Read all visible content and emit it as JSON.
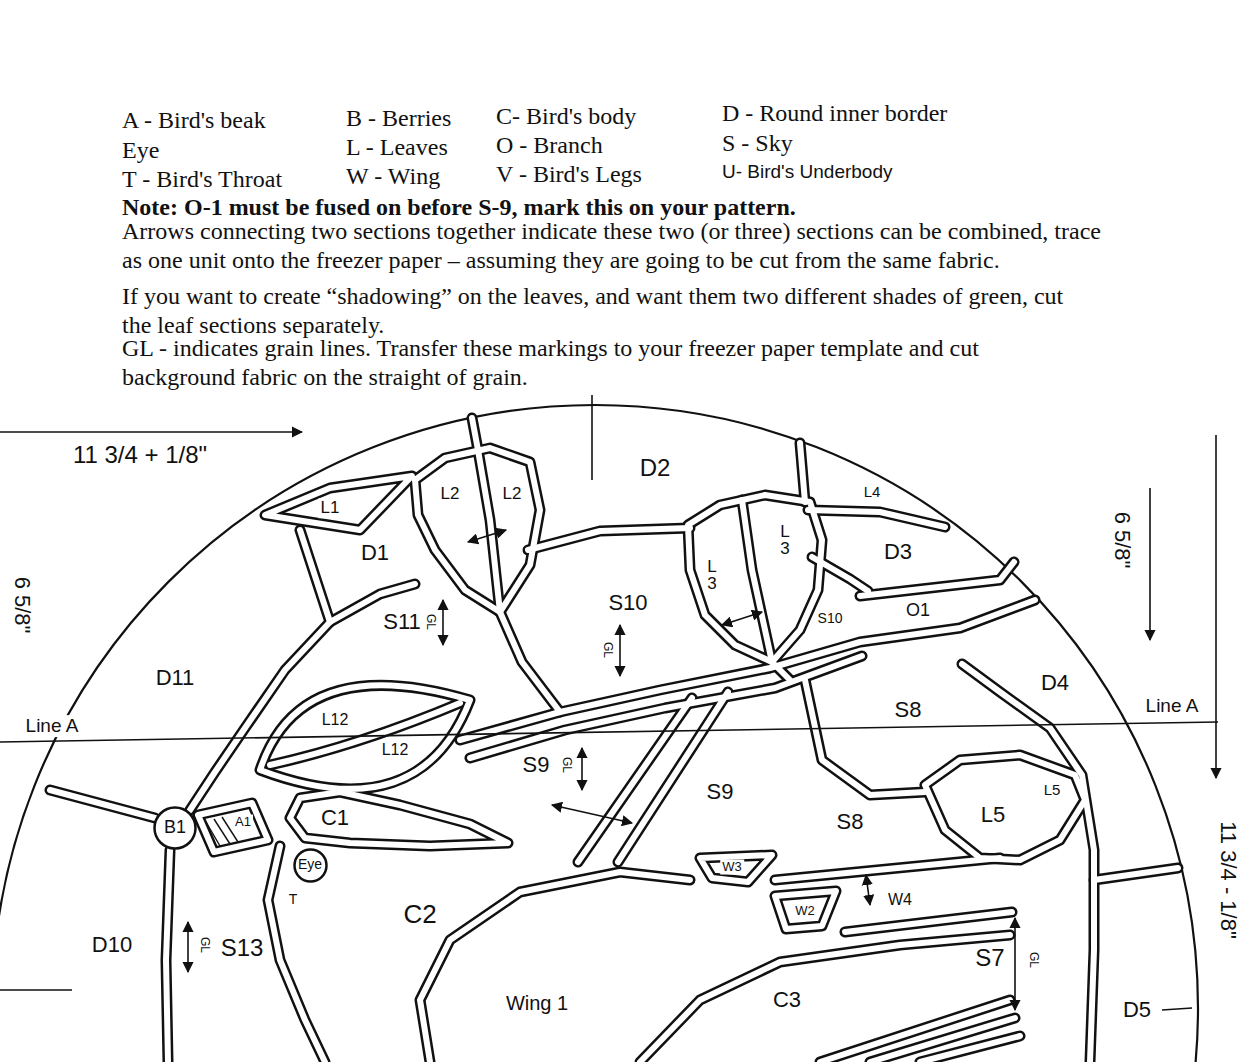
{
  "diagram": {
    "nodes": [
      {
        "text": [
          "B1"
        ]
      },
      {
        "text": [
          "Eye"
        ]
      }
    ],
    "labels": [
      "A - Bird's beak",
      "B - Berries",
      "C- Bird's body",
      "D - Round inner border",
      "Eye",
      "L - Leaves",
      "O - Branch",
      "S - Sky",
      "T - Bird's Throat",
      "W - Wing",
      "V - Bird's Legs",
      "U- Bird's Underbody",
      "Note: O-1 must be fused on before S-9, mark this on your pattern.",
      "Arrows connecting two sections together indicate these two (or three) sections can be combined, trace as one unit onto the freezer paper – assuming they are going to be cut from the same fabric.",
      "If you want to create “shadowing” on the leaves, and want them two different shades of green, cut the leaf sections separately.",
      "GL - indicates grain lines. Transfer these markings to your freezer paper template and cut background fabric on the straight of grain.",
      "11 3/4 + 1/8\"",
      "6 5/8\"",
      "6 5/8\"",
      "11 3/4 - 1/8\"",
      "Line A",
      "Line A",
      "L1",
      "L2",
      "L2",
      "D1",
      "D2",
      "L4",
      "L3",
      "L3",
      "D3",
      "S10",
      "S10",
      "S11",
      "GL",
      "GL",
      "O1",
      "D11",
      "D4",
      "S8",
      "L12",
      "L12",
      "S9",
      "GL",
      "S9",
      "S8",
      "L5",
      "L5",
      "C1",
      "A1",
      "T",
      "C2",
      "W3",
      "W2",
      "W4",
      "D10",
      "GL",
      "S13",
      "S7",
      "GL",
      "Wing 1",
      "C3",
      "D5"
    ]
  }
}
